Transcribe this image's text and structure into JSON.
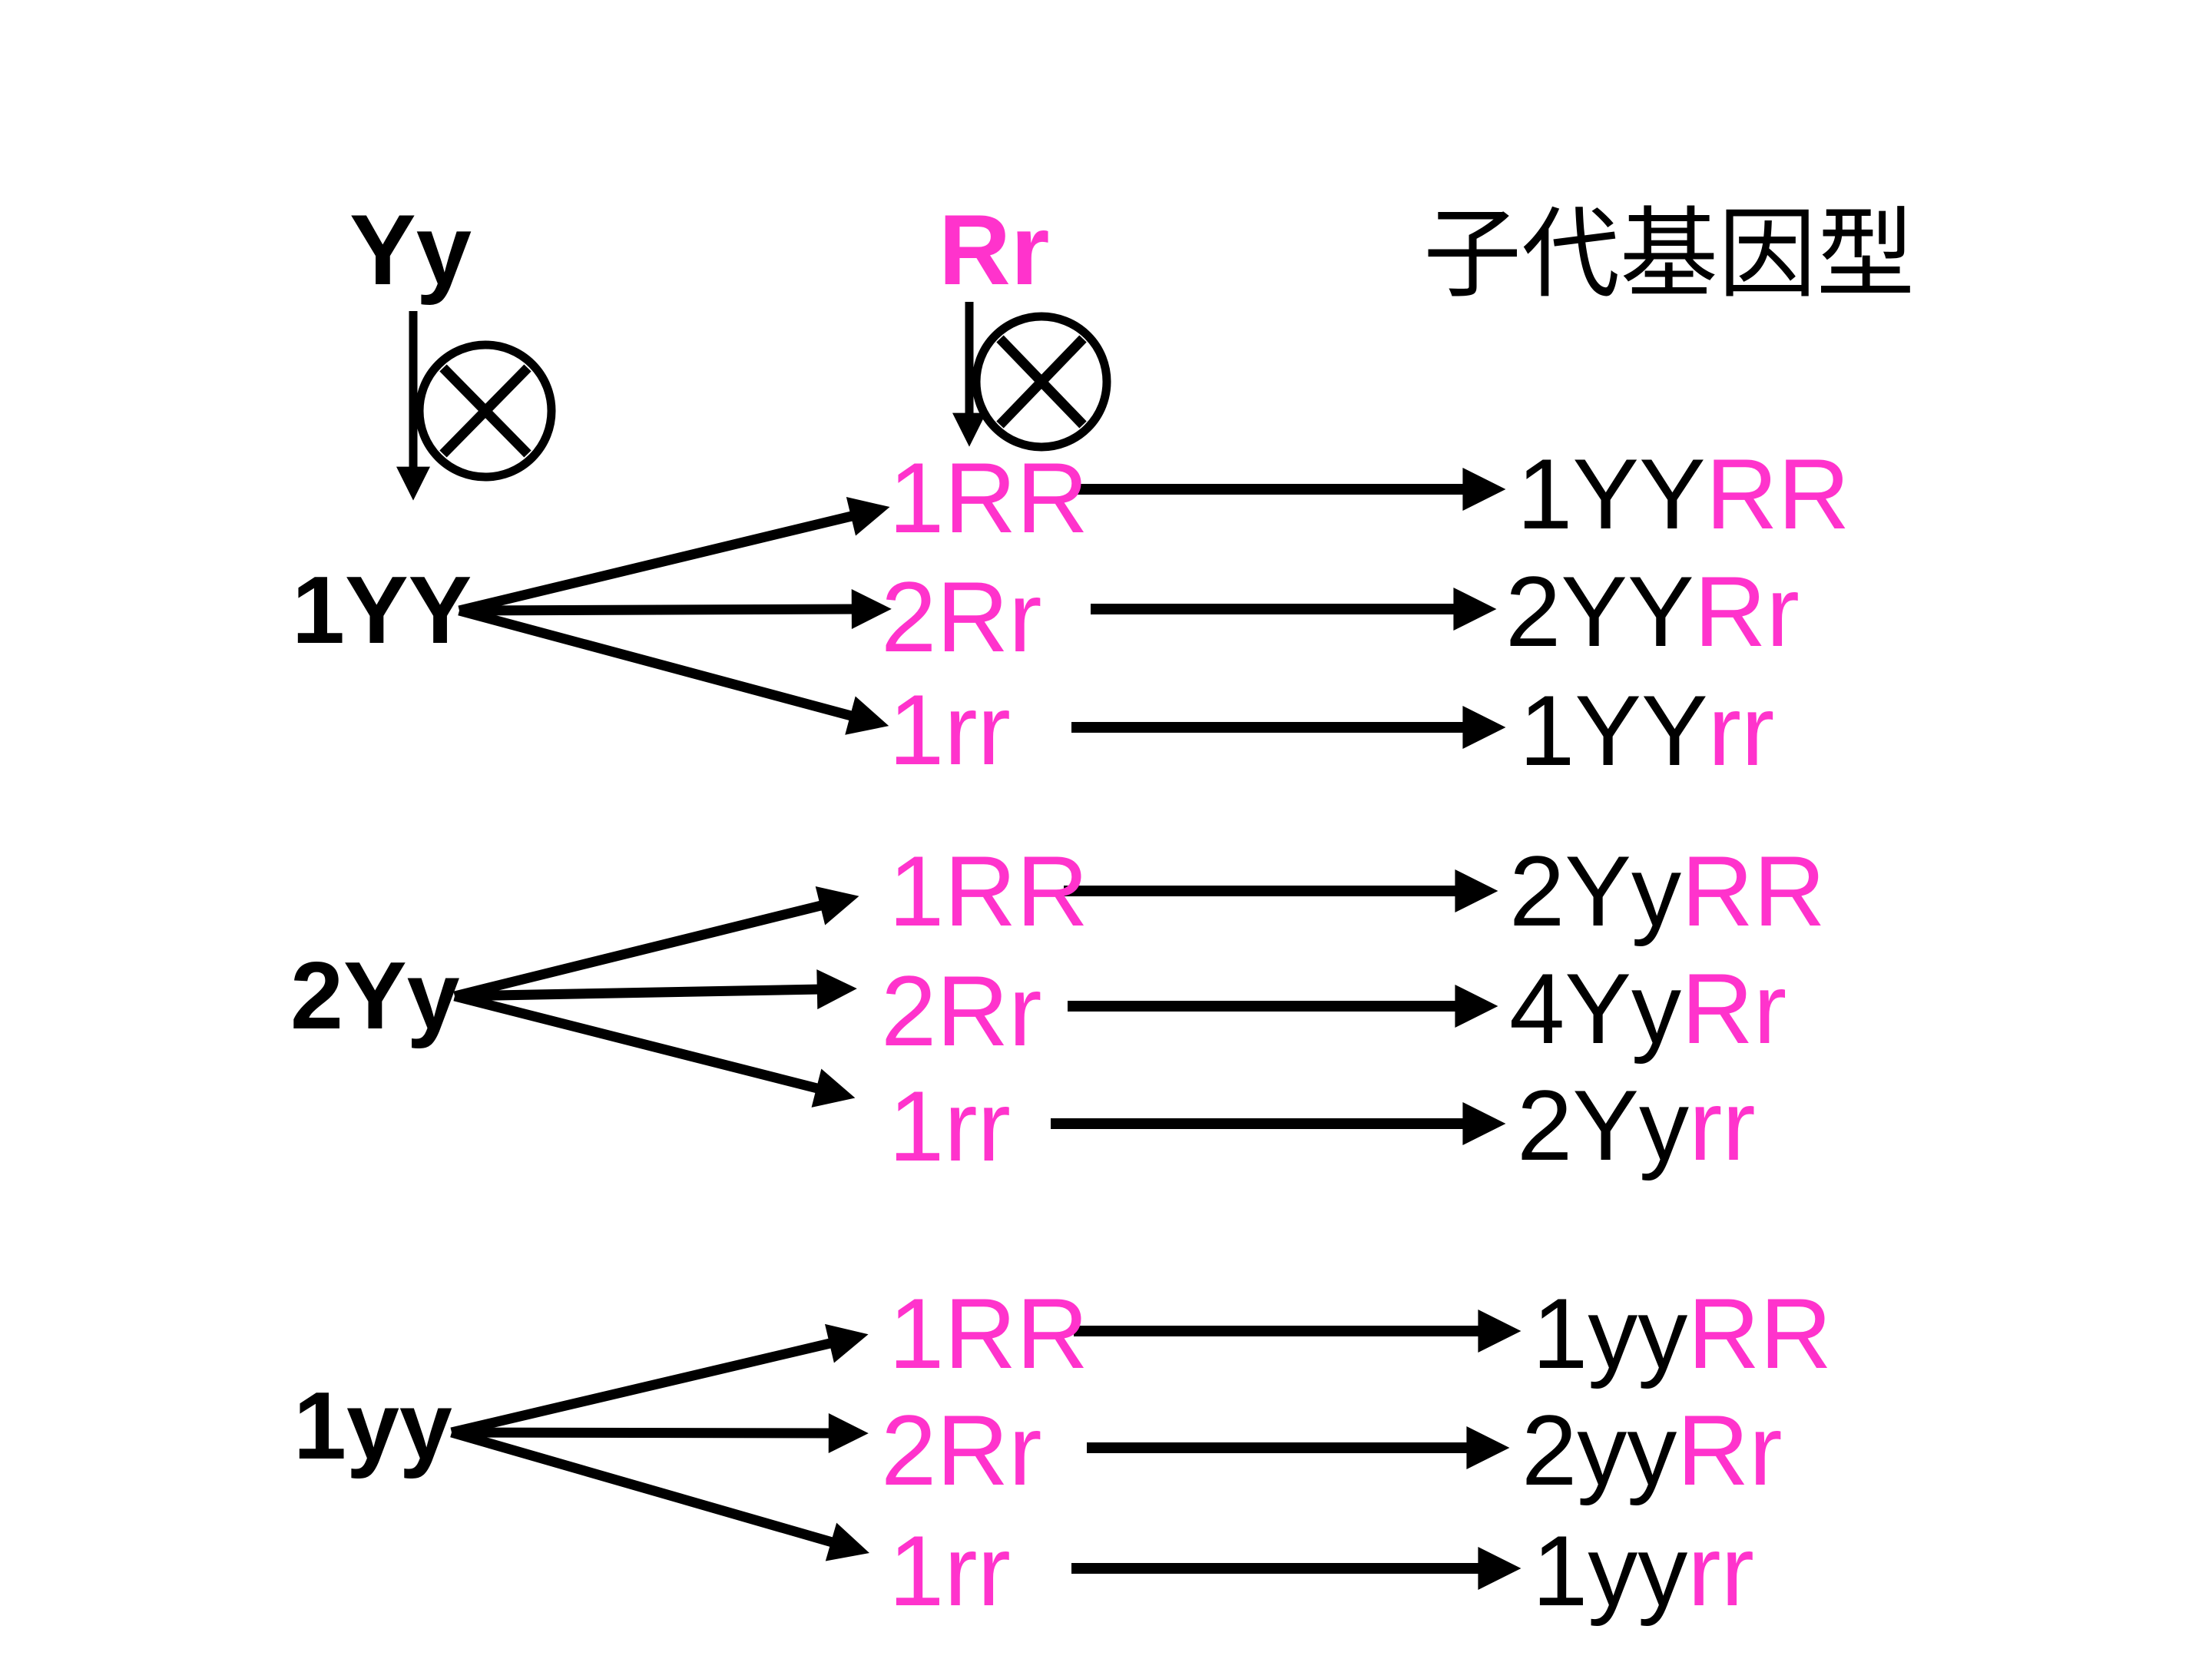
{
  "colors": {
    "y_color": "#000000",
    "r_color": "#ff33cc",
    "background": "#ffffff"
  },
  "icons": {
    "self_cross": "⊗",
    "down_arrow": "↓",
    "right_arrow": "→"
  },
  "header": {
    "parent1": "Yy",
    "parent2": "Rr",
    "offspring_title": "子代基因型"
  },
  "groups": [
    {
      "y_genotype": "1YY",
      "rows": [
        {
          "r_gamete": "1RR",
          "offspring_y": "1YY",
          "offspring_r": "RR"
        },
        {
          "r_gamete": "2Rr",
          "offspring_y": "2YY",
          "offspring_r": "Rr"
        },
        {
          "r_gamete": "1rr",
          "offspring_y": "1YY",
          "offspring_r": "rr"
        }
      ]
    },
    {
      "y_genotype": "2Yy",
      "rows": [
        {
          "r_gamete": "1RR",
          "offspring_y": "2Yy",
          "offspring_r": "RR"
        },
        {
          "r_gamete": "2Rr",
          "offspring_y": "4Yy",
          "offspring_r": "Rr"
        },
        {
          "r_gamete": "1rr",
          "offspring_y": "2Yy",
          "offspring_r": "rr"
        }
      ]
    },
    {
      "y_genotype": "1yy",
      "rows": [
        {
          "r_gamete": "1RR",
          "offspring_y": "1yy",
          "offspring_r": "RR"
        },
        {
          "r_gamete": "2Rr",
          "offspring_y": "2yy",
          "offspring_r": "Rr"
        },
        {
          "r_gamete": "1rr",
          "offspring_y": "1yy",
          "offspring_r": "rr"
        }
      ]
    }
  ]
}
